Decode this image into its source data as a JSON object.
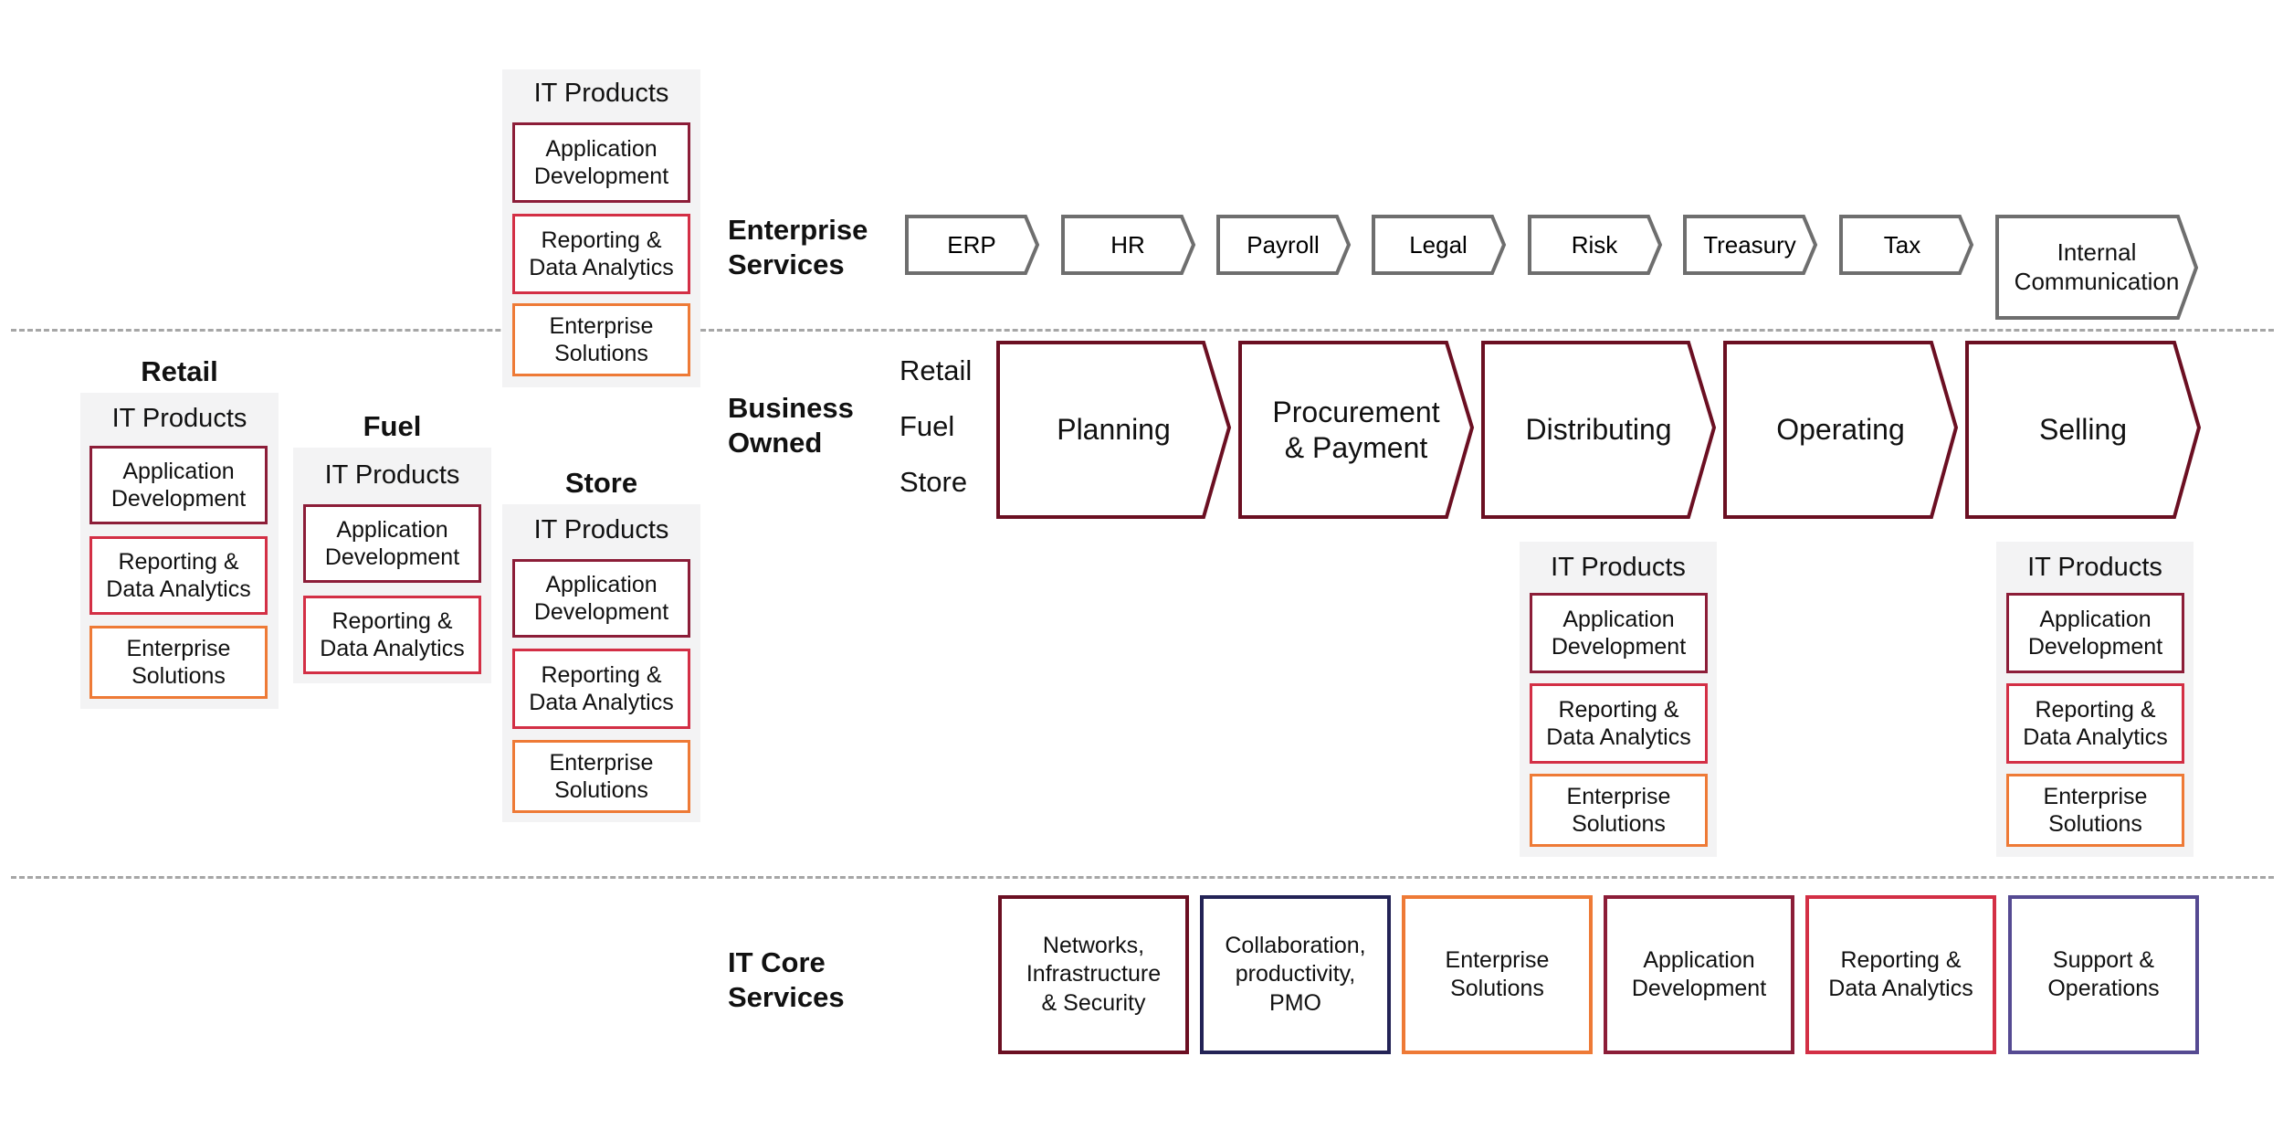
{
  "sections": {
    "enterprise_services": "Enterprise\nServices",
    "business_owned": "Business\nOwned",
    "it_core_services": "IT Core\nServices"
  },
  "enterprise_services": [
    "ERP",
    "HR",
    "Payroll",
    "Legal",
    "Risk",
    "Treasury",
    "Tax",
    "Internal\nCommunication"
  ],
  "business_levels": [
    "Retail",
    "Fuel",
    "Store"
  ],
  "value_chain": [
    "Planning",
    "Procurement\n& Payment",
    "Distributing",
    "Operating",
    "Selling"
  ],
  "it_products": {
    "title": "IT Products",
    "application_development": "Application\nDevelopment",
    "reporting_data_analytics": "Reporting &\nData Analytics",
    "enterprise_solutions": "Enterprise\nSolutions"
  },
  "segments": {
    "retail": "Retail",
    "fuel": "Fuel",
    "store": "Store"
  },
  "it_core": [
    {
      "label": "Networks,\nInfrastructure\n& Security",
      "color": "#6b0f22"
    },
    {
      "label": "Collaboration,\nproductivity,\nPMO",
      "color": "#232356"
    },
    {
      "label": "Enterprise\nSolutions",
      "color": "#ee7a36"
    },
    {
      "label": "Application\nDevelopment",
      "color": "#8c1d38"
    },
    {
      "label": "Reporting &\nData Analytics",
      "color": "#d32f45"
    },
    {
      "label": "Support &\nOperations",
      "color": "#554a92"
    }
  ],
  "colors": {
    "chevron_stroke": "#6b0f22",
    "service_stroke": "#6e6e6e",
    "app_dev": "#8c1d38",
    "reporting": "#d32f45",
    "enterprise": "#ee7a36",
    "panel_bg": "#f3f3f4",
    "divider": "#a6a6a6"
  }
}
